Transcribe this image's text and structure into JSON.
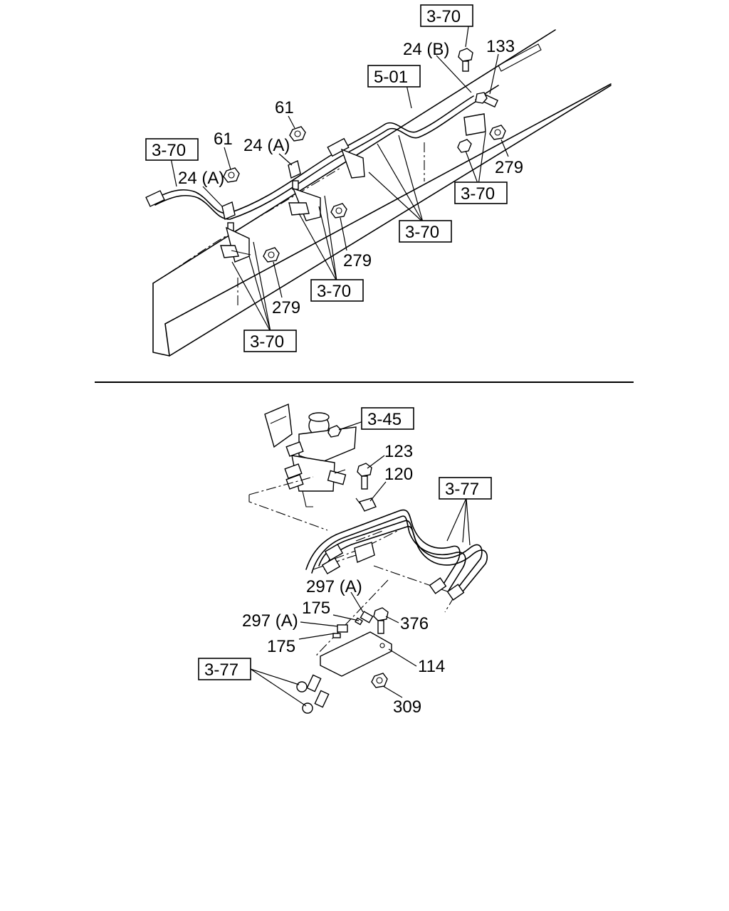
{
  "labels": {
    "l61a": "61",
    "l61b": "61",
    "l24a1": "24 (A)",
    "l24a2": "24 (A)",
    "l24b": "24 (B)",
    "l133": "133",
    "l279a": "279",
    "l279b": "279",
    "l279c": "279",
    "l123": "123",
    "l120": "120",
    "l297a1": "297 (A)",
    "l297a2": "297 (A)",
    "l175a": "175",
    "l175b": "175",
    "l376": "376",
    "l114": "114",
    "l309": "309"
  },
  "refs": {
    "r370_top": "3-70",
    "r501": "5-01",
    "r370_left": "3-70",
    "r370_right": "3-70",
    "r370_mid": "3-70",
    "r370_center": "3-70",
    "r370_bottom": "3-70",
    "r345": "3-45",
    "r377_right": "3-77",
    "r377_left": "3-77"
  }
}
